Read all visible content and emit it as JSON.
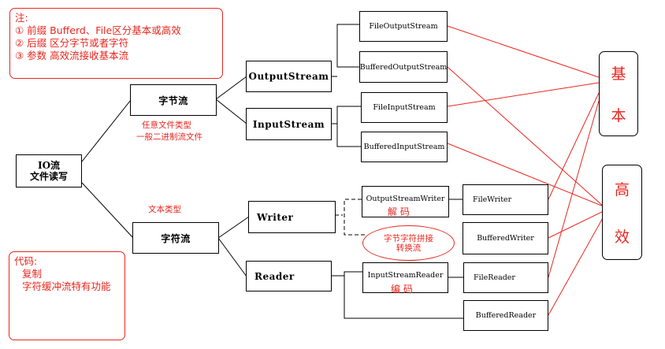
{
  "notes": {
    "top": {
      "title": "注:",
      "lines": [
        "① 前缀 Bufferd、File区分基本或高效",
        "② 后缀 区分字节或者字符",
        "③ 参数 高效流接收基本流"
      ]
    },
    "bottom": {
      "title": "代码:",
      "lines": [
        "复制",
        "字符缓冲流特有功能"
      ]
    }
  },
  "nodes": {
    "root": [
      "IO流",
      "文件读写"
    ],
    "byte_stream": "字节流",
    "char_stream": "字符流",
    "output_stream": "OutputStream",
    "input_stream": "InputStream",
    "writer": "Writer",
    "reader": "Reader",
    "file_output_stream": "FileOutputStream",
    "buffered_output_stream": "BufferedOutputStream",
    "file_input_stream": "FileInputStream",
    "buffered_input_stream": "BufferedInputStream",
    "output_stream_writer": "OutputStreamWriter",
    "input_stream_reader": "InputStreamReader",
    "file_writer": "FileWriter",
    "buffered_writer": "BufferedWriter",
    "file_reader": "FileReader",
    "buffered_reader": "BufferedReader"
  },
  "annotations": {
    "byte_type": [
      "任意文件类型",
      "一般二进制流文件"
    ],
    "text_type": "文本类型",
    "decode": "解  码",
    "encode": "编   码",
    "bridge": [
      "字节字符拼接",
      "转换流"
    ]
  },
  "categories": {
    "basic": [
      "基",
      "本"
    ],
    "efficient": [
      "高",
      "效"
    ]
  },
  "colors": {
    "accent": "#e8271f",
    "line": "#000000"
  }
}
